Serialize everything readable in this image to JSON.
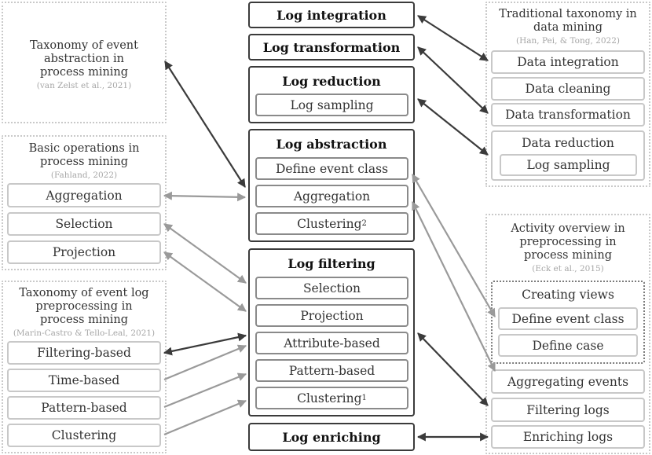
{
  "center": {
    "log_integration": "Log integration",
    "log_transformation": "Log transformation",
    "log_reduction": {
      "title": "Log reduction",
      "items": [
        "Log sampling"
      ]
    },
    "log_abstraction": {
      "title": "Log abstraction",
      "items": [
        "Define event class",
        "Aggregation",
        "Clustering"
      ],
      "clustering_sup": "2"
    },
    "log_filtering": {
      "title": "Log filtering",
      "items": [
        "Selection",
        "Projection",
        "Attribute-based",
        "Pattern-based",
        "Clustering"
      ],
      "clustering_sup": "1"
    },
    "log_enriching": "Log enriching"
  },
  "left_top": {
    "title_lines": [
      "Taxonomy of event",
      "abstraction in",
      "process mining"
    ],
    "citation": "(van Zelst et al., 2021)"
  },
  "left_mid": {
    "title_lines": [
      "Basic operations in",
      "process mining"
    ],
    "citation": "(Fahland, 2022)",
    "items": [
      "Aggregation",
      "Selection",
      "Projection"
    ]
  },
  "left_bottom": {
    "title_lines": [
      "Taxonomy of event log",
      "preprocessing in",
      "process mining"
    ],
    "citation": "(Marin-Castro & Tello-Leal, 2021)",
    "items": [
      "Filtering-based",
      "Time-based",
      "Pattern-based",
      "Clustering"
    ]
  },
  "right_top": {
    "title_lines": [
      "Traditional taxonomy in",
      "data mining"
    ],
    "citation": "(Han, Pei, & Tong, 2022)",
    "items": [
      "Data integration",
      "Data cleaning",
      "Data transformation"
    ],
    "reduction": {
      "title": "Data reduction",
      "items": [
        "Log sampling"
      ]
    }
  },
  "right_bottom": {
    "title_lines": [
      "Activity overview in",
      "preprocessing in",
      "process mining"
    ],
    "citation": "(Eck et al., 2015)",
    "views": {
      "title": "Creating views",
      "items": [
        "Define event class",
        "Define case"
      ]
    },
    "items": [
      "Aggregating events",
      "Filtering logs",
      "Enriching logs"
    ]
  },
  "colors": {
    "dark": "#3b3b3b",
    "light": "#9a9a9a",
    "dotted": "#c9c9c9"
  }
}
